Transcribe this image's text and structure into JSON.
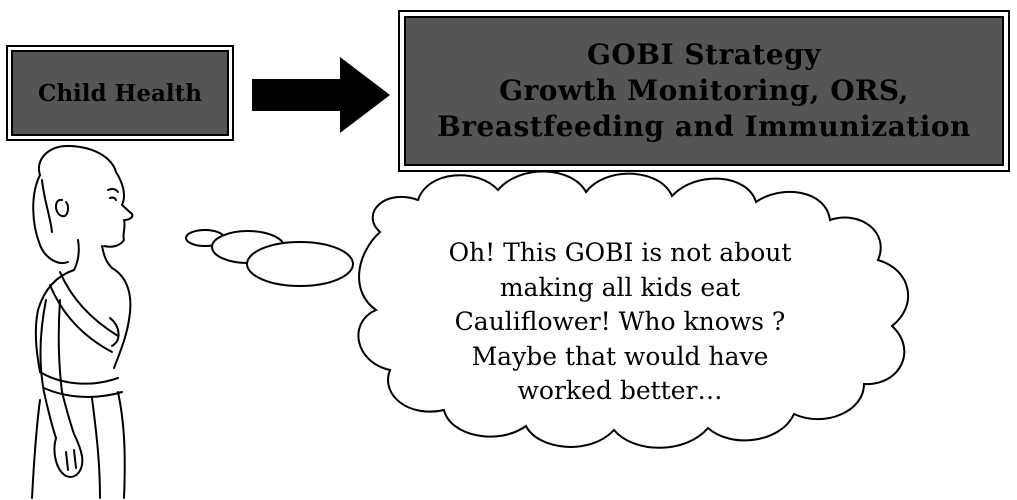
{
  "diagram": {
    "source_box": {
      "label": "Child Health"
    },
    "target_box": {
      "lines": [
        "GOBI Strategy",
        "Growth Monitoring, ORS,",
        "Breastfeeding and Immunization"
      ]
    },
    "thought_bubble": {
      "lines": [
        "Oh! This GOBI is not about",
        "making all kids eat",
        "Cauliflower! Who knows ?",
        "Maybe that would have",
        "worked better…"
      ]
    },
    "colors": {
      "box_fill": "#555555",
      "outline": "#000000",
      "background": "#ffffff"
    }
  }
}
